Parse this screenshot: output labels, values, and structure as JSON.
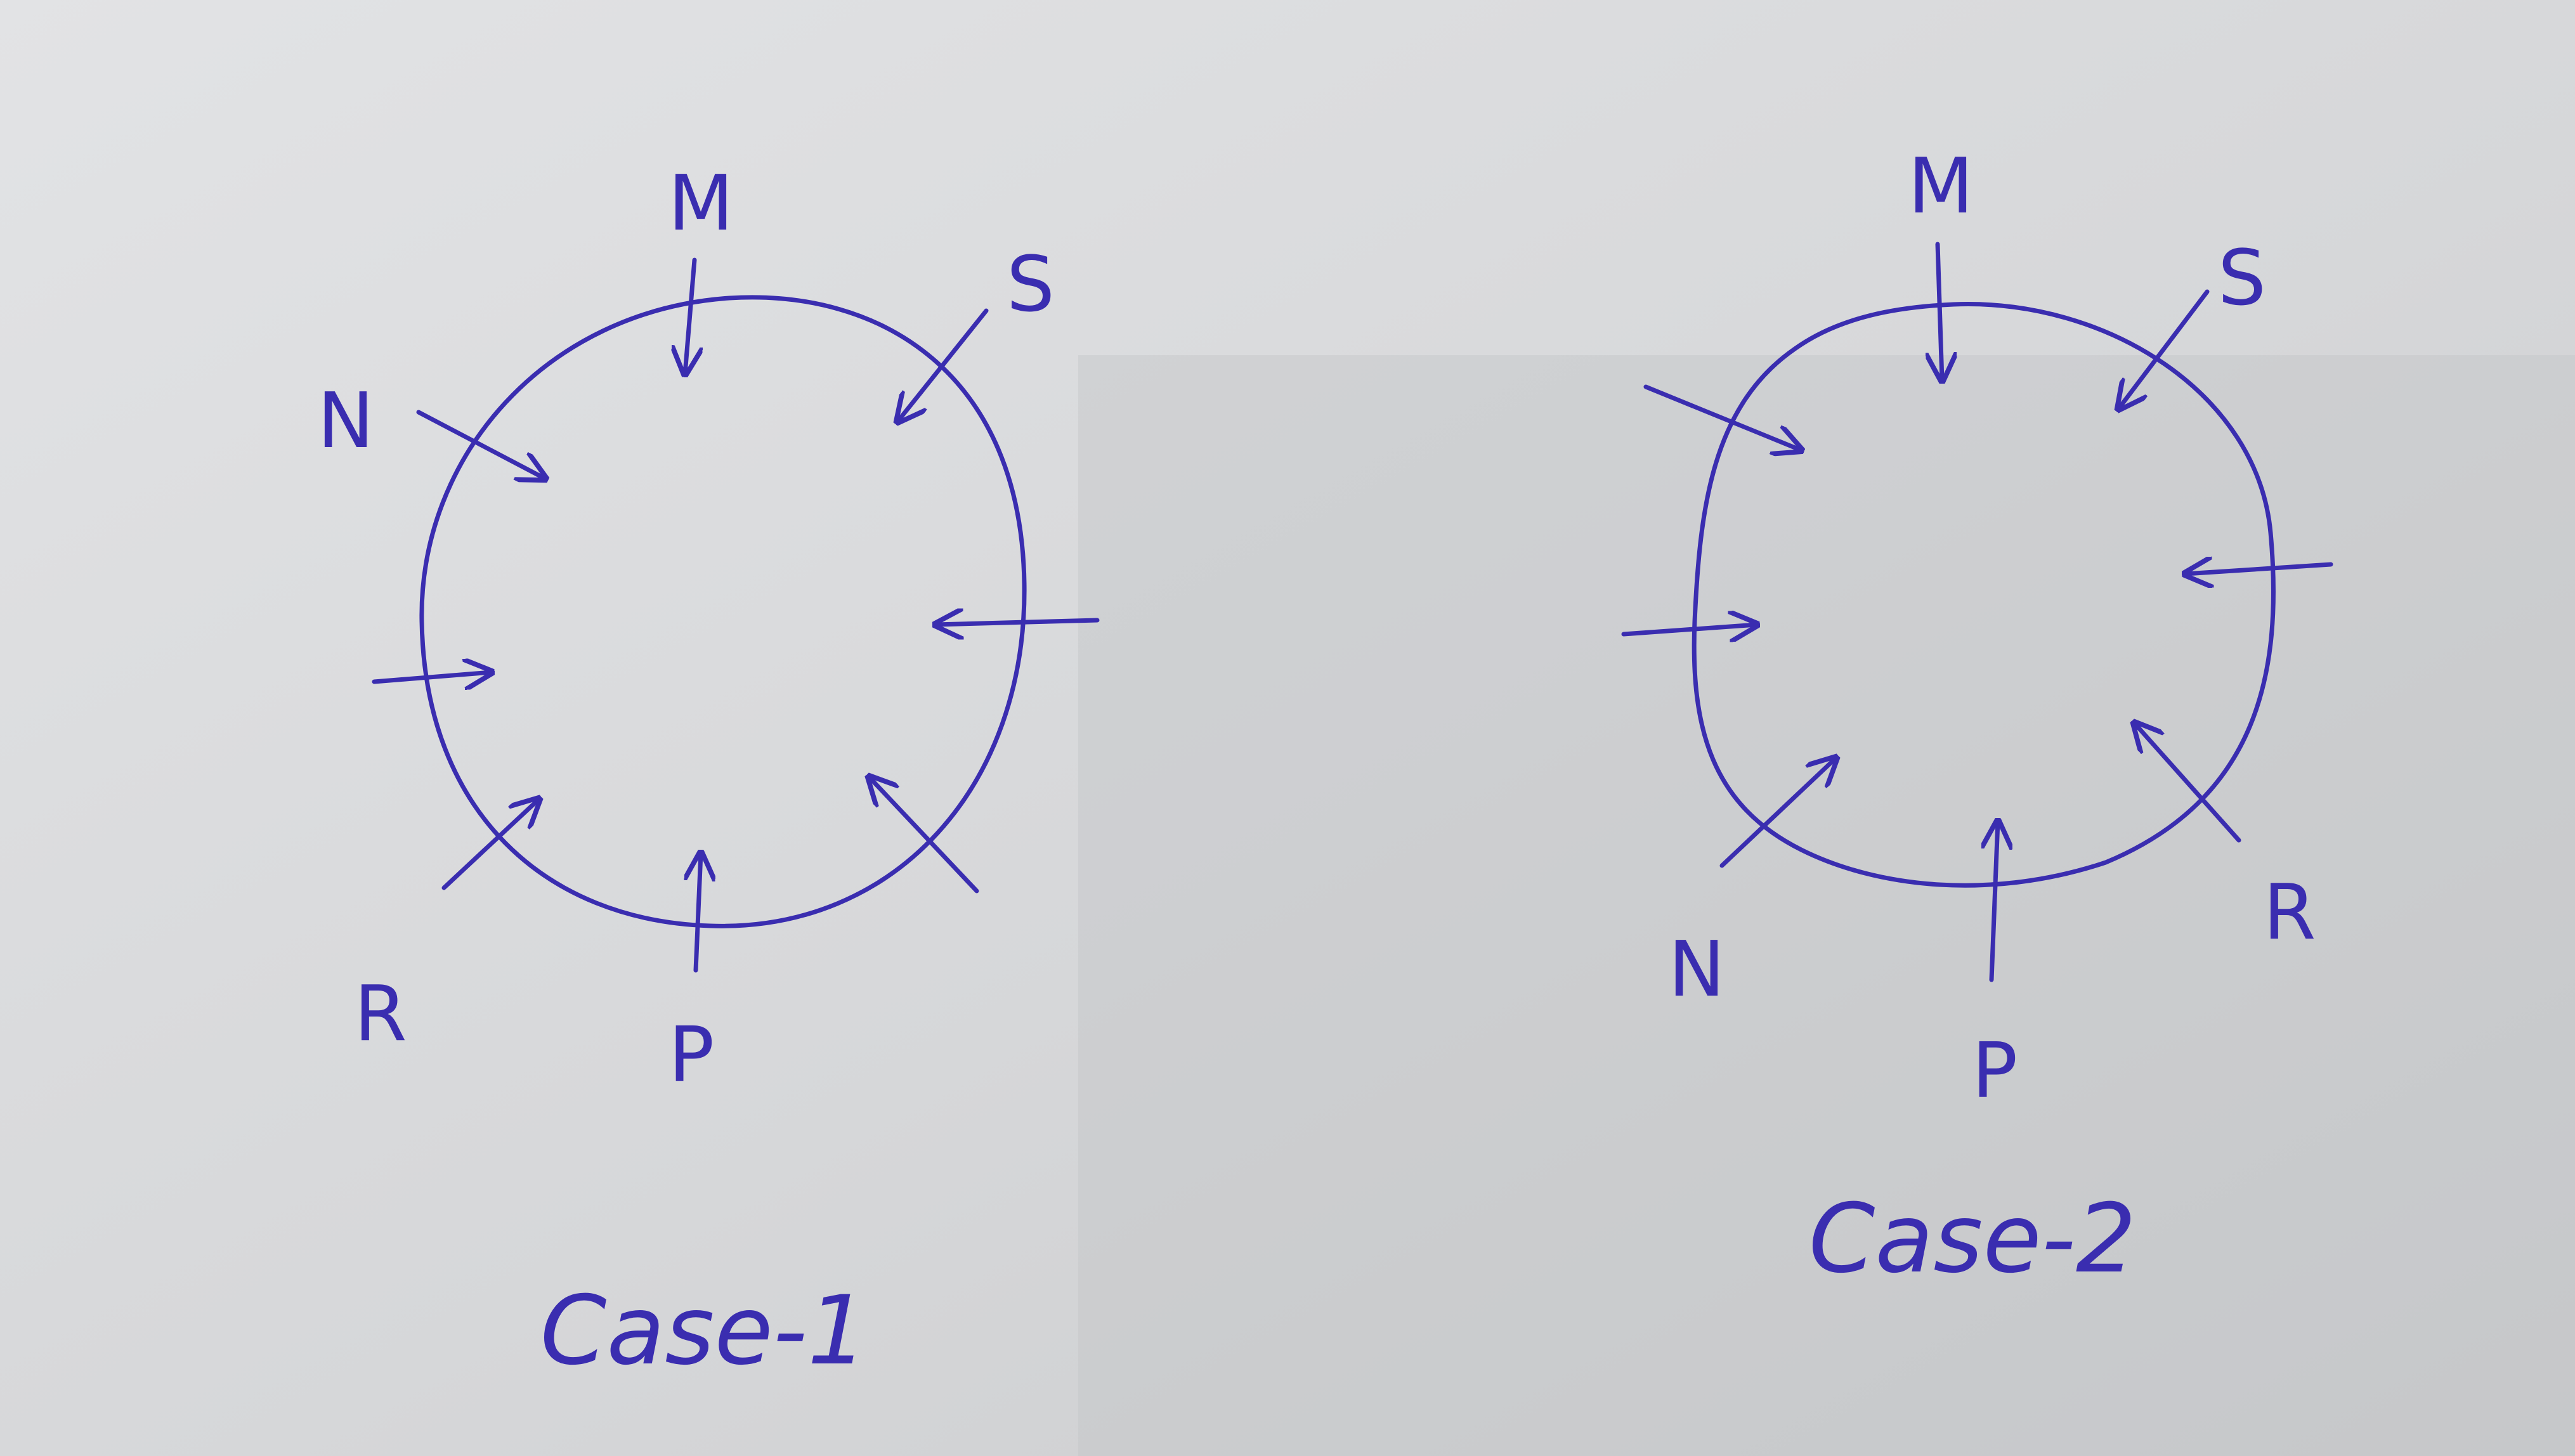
{
  "cases": [
    {
      "caption": "Case-1",
      "labels": {
        "top": "M",
        "top_right": "S",
        "upper_left": "N",
        "bottom": "P",
        "lower_left": "R"
      }
    },
    {
      "caption": "Case-2",
      "labels": {
        "top": "M",
        "top_right": "S",
        "lower_left": "N",
        "bottom": "P",
        "lower_right": "R"
      }
    }
  ],
  "colors": {
    "ink": "#3a2db0",
    "paper": "#d9dadc"
  }
}
